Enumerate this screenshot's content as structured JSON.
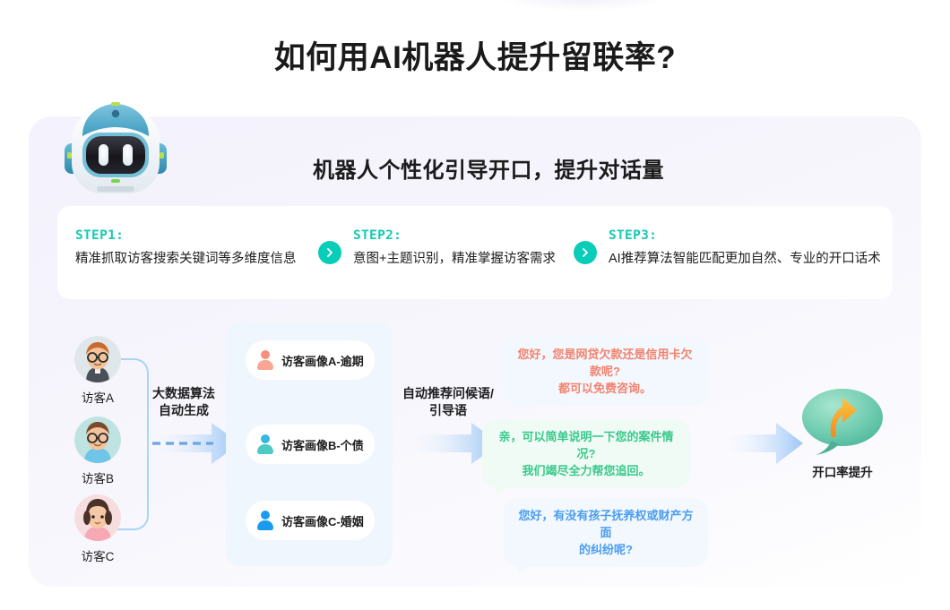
{
  "page": {
    "title": "如何用AI机器人提升留联率?",
    "subtitle": "机器人个性化引导开口，提升对话量"
  },
  "colors": {
    "accent_teal": "#07cdb9",
    "panel_bg": "#f4f2fd",
    "profiles_bg": "#f0f6fe",
    "bubble_red": "#f2836f",
    "bubble_green": "#39c98b",
    "bubble_blue": "#4a9df0",
    "arrow_blue": "#a9d4f5",
    "title_color": "#1a1a1a"
  },
  "steps": [
    {
      "label": "STEP1:",
      "text": "精准抓取访客搜索关键词等多维度信息"
    },
    {
      "label": "STEP2:",
      "text": "意图+主题识别，精准掌握访客需求"
    },
    {
      "label": "STEP3:",
      "text": "AI推荐算法智能匹配更加自然、专业的开口话术"
    }
  ],
  "step_arrows": [
    {
      "icon": "chevron-right-icon"
    },
    {
      "icon": "chevron-right-icon"
    }
  ],
  "visitors": [
    {
      "name": "访客A",
      "avatar": "avatar-man-glasses"
    },
    {
      "name": "访客B",
      "avatar": "avatar-man-glasses-teal"
    },
    {
      "name": "访客C",
      "avatar": "avatar-woman"
    }
  ],
  "flow": {
    "arrow1_label": "大数据算法\n自动生成",
    "arrow1_label_line1": "大数据算法",
    "arrow1_label_line2": "自动生成",
    "arrow2_label_line1": "自动推荐问候语/",
    "arrow2_label_line2": "引导语"
  },
  "profiles": [
    {
      "text": "访客画像A-逾期",
      "icon": "person-icon",
      "color": "#f98e7d"
    },
    {
      "text": "访客画像B-个债",
      "icon": "person-icon",
      "color": "#3fc6cc"
    },
    {
      "text": "访客画像C-婚姻",
      "icon": "person-icon",
      "color": "#149bf2"
    }
  ],
  "bubbles": [
    {
      "line1": "您好，您是网贷欠款还是信用卡欠款呢?",
      "line2": "都可以免费咨询。",
      "color": "#f2836f"
    },
    {
      "line1": "亲，可以简单说明一下您的案件情况?",
      "line2": "我们竭尽全力帮您追回。",
      "color": "#39c98b"
    },
    {
      "line1": "您好，有没有孩子抚养权或财产方面",
      "line2": "的纠纷呢?",
      "color": "#4a9df0"
    }
  ],
  "result": {
    "label": "开口率提升",
    "icon": "speech-bubble-up-arrow-icon"
  }
}
